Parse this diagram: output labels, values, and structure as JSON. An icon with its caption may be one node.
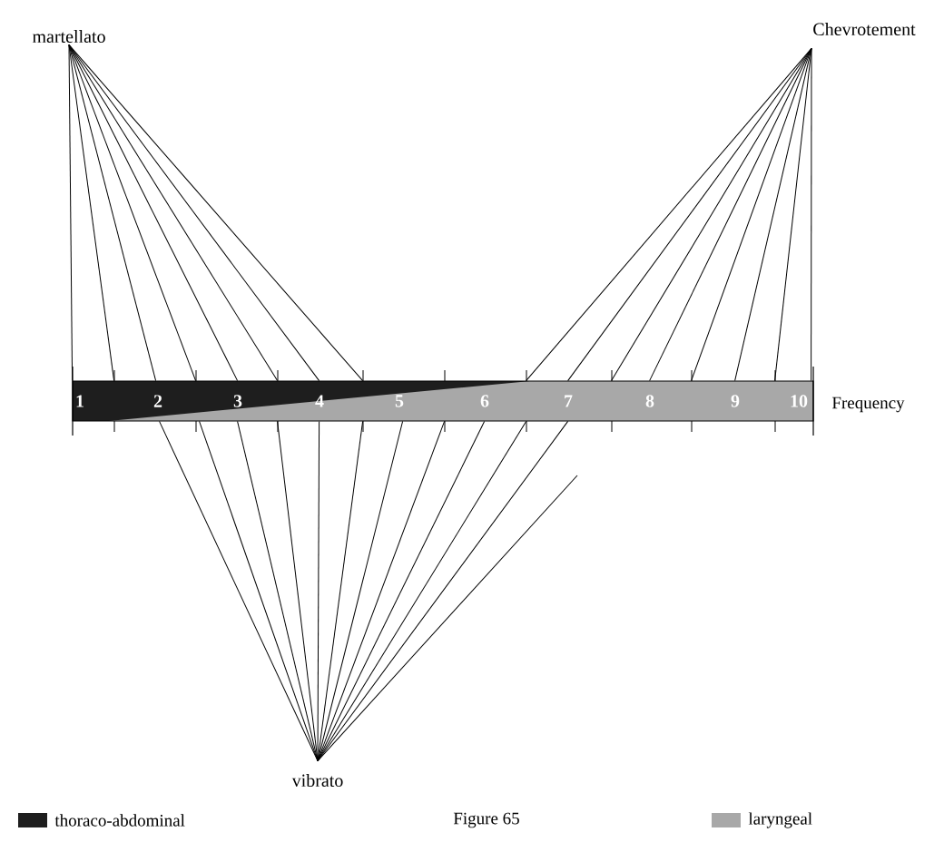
{
  "diagram": {
    "caption": "Figure 65",
    "nodes": [
      {
        "text": [
          "martellato"
        ]
      },
      {
        "text": [
          "Chevrotement"
        ]
      },
      {
        "text": [
          "vibrato"
        ]
      },
      {
        "text": [],
        "shape": "bar"
      }
    ],
    "edges": [
      {
        "from": 0,
        "to": 3,
        "arrow": "none"
      },
      {
        "from": 0,
        "to": 3,
        "arrow": "none"
      },
      {
        "from": 0,
        "to": 3,
        "arrow": "none"
      },
      {
        "from": 0,
        "to": 3,
        "arrow": "none"
      },
      {
        "from": 0,
        "to": 3,
        "arrow": "none"
      },
      {
        "from": 0,
        "to": 3,
        "arrow": "none"
      },
      {
        "from": 0,
        "to": 3,
        "arrow": "none"
      },
      {
        "from": 0,
        "to": 3,
        "arrow": "none"
      },
      {
        "from": 1,
        "to": 3,
        "arrow": "none"
      },
      {
        "from": 1,
        "to": 3,
        "arrow": "none"
      },
      {
        "from": 1,
        "to": 3,
        "arrow": "none"
      },
      {
        "from": 1,
        "to": 3,
        "arrow": "none"
      },
      {
        "from": 1,
        "to": 3,
        "arrow": "none"
      },
      {
        "from": 1,
        "to": 3,
        "arrow": "none"
      },
      {
        "from": 1,
        "to": 3,
        "arrow": "none"
      },
      {
        "from": 1,
        "to": 3,
        "arrow": "none"
      },
      {
        "from": 2,
        "to": 3,
        "arrow": "none"
      },
      {
        "from": 2,
        "to": 3,
        "arrow": "none"
      },
      {
        "from": 2,
        "to": 3,
        "arrow": "none"
      },
      {
        "from": 2,
        "to": 3,
        "arrow": "none"
      },
      {
        "from": 2,
        "to": 3,
        "arrow": "none"
      },
      {
        "from": 2,
        "to": 3,
        "arrow": "none"
      },
      {
        "from": 2,
        "to": 3,
        "arrow": "none"
      },
      {
        "from": 2,
        "to": 3,
        "arrow": "none"
      },
      {
        "from": 2,
        "to": 3,
        "arrow": "none"
      },
      {
        "from": 2,
        "to": 3,
        "arrow": "none"
      },
      {
        "from": 2,
        "to": 3,
        "arrow": "none"
      },
      {
        "from": 2,
        "to": null,
        "arrow": "none"
      }
    ],
    "labels": [
      "1",
      "2",
      "3",
      "4",
      "5",
      "6",
      "7",
      "8",
      "9",
      "10",
      "Frequency"
    ],
    "legend": [
      {
        "text": "thoraco-abdominal",
        "color": "#1e1e1e"
      },
      {
        "text": "laryngeal",
        "color": "#a8a8a8"
      }
    ]
  }
}
